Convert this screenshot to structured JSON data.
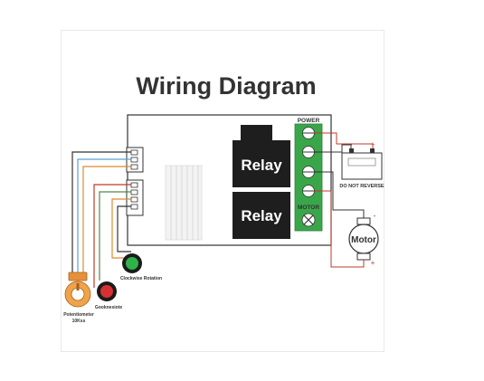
{
  "title": "Wiring Diagram",
  "relays": [
    "Relay",
    "Relay"
  ],
  "terminal": {
    "power_label": "POWER",
    "motor_label": "MOTOR"
  },
  "battery": {
    "label": "DO NOT REVERSE",
    "plus": "+",
    "minus": "-"
  },
  "motor": {
    "label": "Motor",
    "plus": "+",
    "minus": "-"
  },
  "potentiometer": {
    "label_line1": "Potentiometer",
    "label_line2": "10Kss"
  },
  "buttons": {
    "green_label": "Clockwise Rotation",
    "red_label": "Gooknesiote"
  },
  "colors": {
    "green_terminal": "#3aa64a",
    "relay": "#1e1e1e",
    "wire_red": "#c0392b",
    "wire_black": "#333333",
    "wire_blue": "#5aa0d8",
    "wire_orange": "#d98c2e",
    "wire_green": "#4d8c4d",
    "wire_teal": "#3fa9a0"
  }
}
